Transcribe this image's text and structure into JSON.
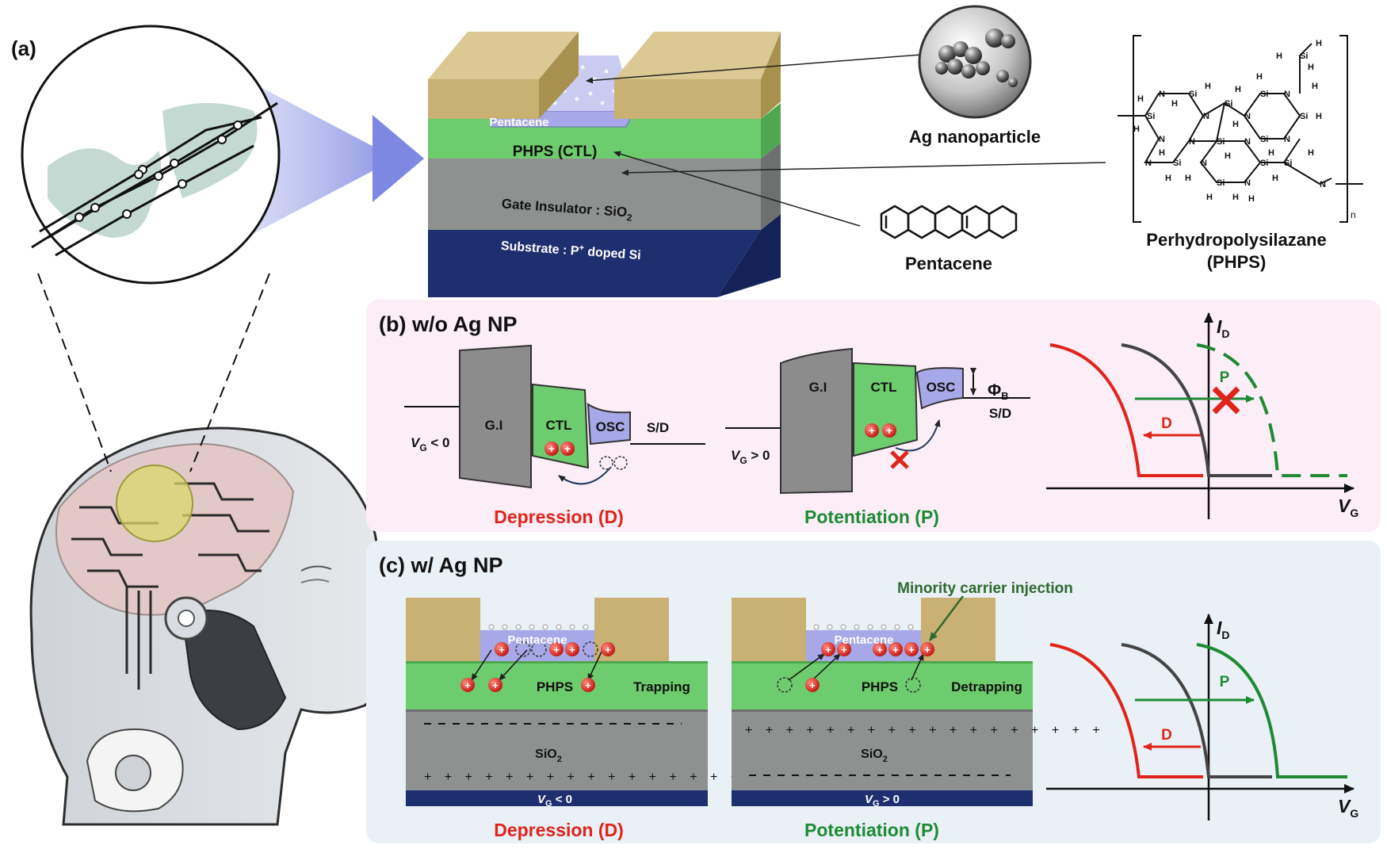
{
  "panel_a": {
    "label": "(a)",
    "layers": {
      "pentacene": "Pentacene",
      "ctl": "PHPS (CTL)",
      "insulator_prefix": "Gate Insulator : SiO",
      "insulator_sub": "2",
      "substrate_prefix": "Substrate : P",
      "substrate_sup": "+",
      "substrate_suffix": " doped Si"
    },
    "ag_label": "Ag nanoparticle",
    "pentacene_label": "Pentacene",
    "phps_name": "Perhydropolysilazane",
    "phps_abbr": "(PHPS)",
    "phps_repeat": "n"
  },
  "panel_b": {
    "label": "(b) w/o Ag NP",
    "depression": {
      "gi": "G.I",
      "ctl": "CTL",
      "osc": "OSC",
      "sd": "S/D",
      "vg_main": "V",
      "vg_sub": "G",
      "vg_rel": " < 0",
      "caption": "Depression (D)"
    },
    "potentiation": {
      "gi": "G.I",
      "ctl": "CTL",
      "osc": "OSC",
      "sd": "S/D",
      "phi": "Φ",
      "phi_sub": "B",
      "vg_main": "V",
      "vg_sub": "G",
      "vg_rel": " > 0",
      "caption": "Potentiation (P)"
    },
    "graph": {
      "y_main": "I",
      "y_sub": "D",
      "x_main": "V",
      "x_sub": "G",
      "d_label": "D",
      "p_label": "P"
    }
  },
  "panel_c": {
    "label": "(c) w/ Ag NP",
    "minority": "Minority carrier injection",
    "depression": {
      "pentacene": "Pentacene",
      "phps": "PHPS",
      "state": "Trapping",
      "oxide_main": "SiO",
      "oxide_sub": "2",
      "vg_main": "V",
      "vg_sub": "G",
      "vg_rel": " < 0",
      "caption": "Depression (D)"
    },
    "potentiation": {
      "pentacene": "Pentacene",
      "phps": "PHPS",
      "state": "Detrapping",
      "oxide_main": "SiO",
      "oxide_sub": "2",
      "vg_main": "V",
      "vg_sub": "G",
      "vg_rel": " > 0",
      "caption": "Potentiation (P)"
    },
    "graph": {
      "y_main": "I",
      "y_sub": "D",
      "x_main": "V",
      "x_sub": "G",
      "d_label": "D",
      "p_label": "P"
    }
  },
  "colors": {
    "red": "#e0241b",
    "green": "#1e8a34",
    "dark_green": "#2d6a2e",
    "gold": "#c9b073",
    "lavender": "#a6a8e8",
    "ctl_green": "#6dcc6d",
    "gray": "#8c8c8c",
    "navy": "#1d2f6e",
    "panel_b_bg": "#fbeef7",
    "panel_c_bg": "#e9f0f6"
  }
}
